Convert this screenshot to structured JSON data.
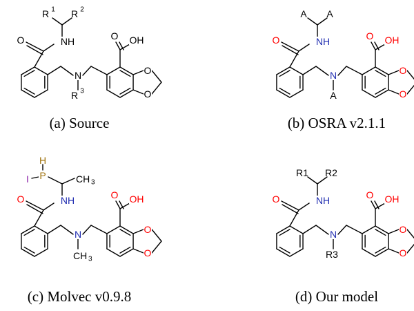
{
  "colors": {
    "black": "#000000",
    "oxygen": "#ff0000",
    "nitrogen": "#1f2cb0",
    "phosphorus": "#a0720d",
    "iodine": "#8b1fa8"
  },
  "panels": [
    {
      "caption": "(a) Source",
      "colored": false,
      "labels": {
        "r1": "R",
        "r1_sup": "1",
        "r2": "R",
        "r2_sup": "2",
        "r3": "R",
        "r3_sup": "3"
      }
    },
    {
      "caption": "(b) OSRA v2.1.1",
      "colored": true,
      "labels": {
        "r1": "A",
        "r2": "A",
        "r3": "A"
      }
    },
    {
      "caption": "(c) Molvec v0.9.8",
      "colored": true,
      "labels": {
        "p": "P",
        "h": "H",
        "i": "I",
        "ch3_top": "CH",
        "ch3_top_sub": "3",
        "ch3_n": "CH",
        "ch3_n_sub": "3"
      }
    },
    {
      "caption": "(d) Our model",
      "colored": true,
      "labels": {
        "r1": "R1",
        "r2": "R2",
        "r3": "R3"
      }
    }
  ],
  "common_atoms": {
    "o": "O",
    "nh": "NH",
    "n": "N",
    "oh": "OH"
  }
}
